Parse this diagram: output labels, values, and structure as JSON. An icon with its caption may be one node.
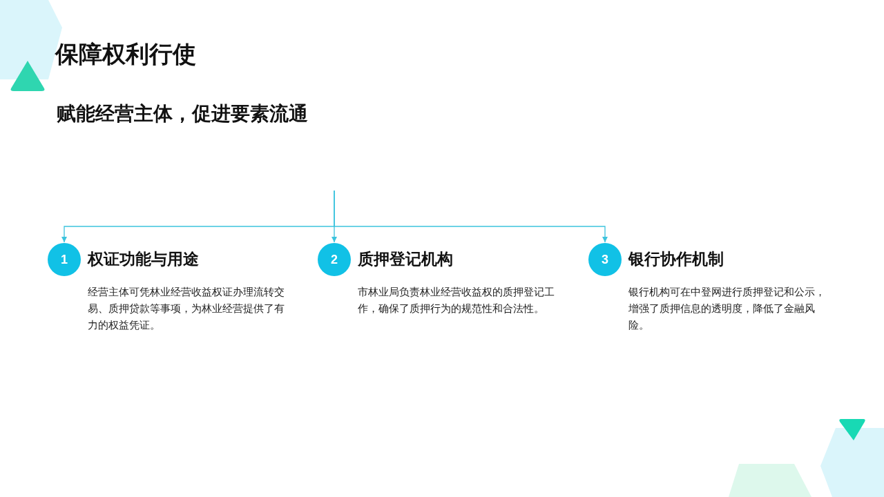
{
  "diagram": {
    "title": "保障权利行使",
    "nodes": [
      {
        "text": [
          "1"
        ],
        "beside": [
          "权证功能与用途",
          "经营主体可凭林业经营收益权证办理流转交易、质押贷款等事项，为林业经营提供了有力的权益凭证。"
        ]
      },
      {
        "text": [
          "2"
        ],
        "beside": [
          "质押登记机构",
          "市林业局负责林业经营收益权的质押登记工作，确保了质押行为的规范性和合法性。"
        ]
      },
      {
        "text": [
          "3"
        ],
        "beside": [
          "银行协作机制",
          "银行机构可在中登网进行质押登记和公示，增强了质押信息的透明度，降低了金融风险。"
        ]
      }
    ],
    "edges": [
      {
        "from": null,
        "to": 0,
        "arrow": "to"
      },
      {
        "from": null,
        "to": 1,
        "arrow": "to"
      },
      {
        "from": null,
        "to": 2,
        "arrow": "to"
      }
    ],
    "labels": [
      "赋能经营主体，促进要素流通"
    ]
  }
}
